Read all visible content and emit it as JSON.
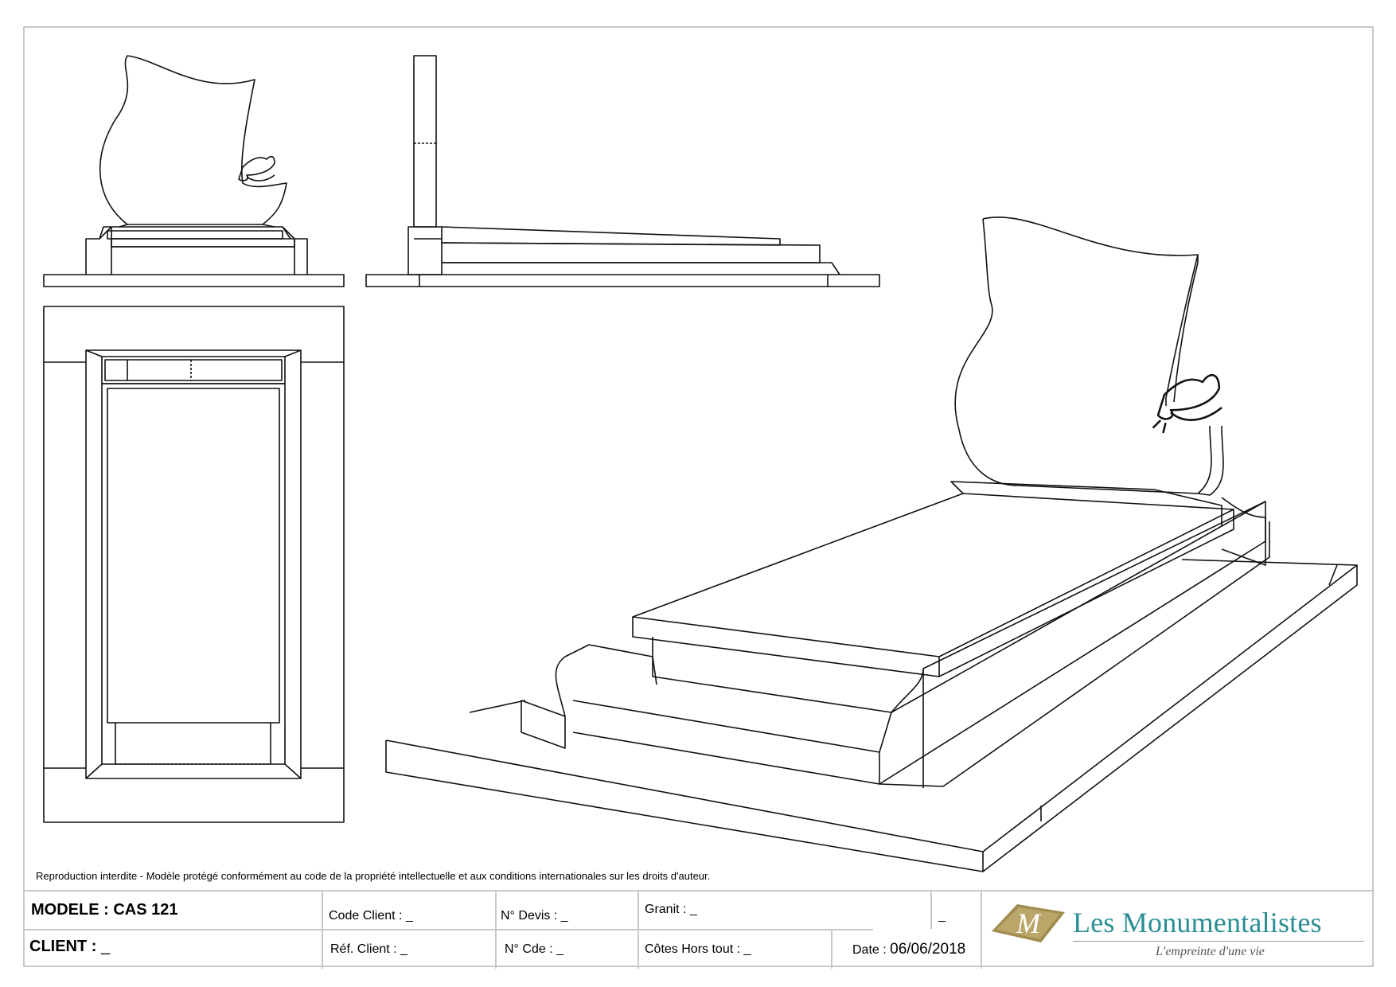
{
  "notice": "Reproduction interdite - Modèle protégé conformément au code de la propriété intellectuelle et aux conditions internationales sur les droits d'auteur.",
  "title_block": {
    "modele_label": "MODELE :",
    "modele_value": "CAS 121",
    "client_label": "CLIENT :",
    "client_value": "_",
    "code_client_label": "Code Client :",
    "code_client_value": "_",
    "ref_client_label": "Réf. Client :",
    "ref_client_value": "_",
    "devis_label": "N° Devis :",
    "devis_value": "_",
    "cde_label": "N° Cde :",
    "cde_value": "_",
    "granit_label": "Granit :",
    "granit_value": "_",
    "extra_value": "_",
    "cotes_label": "Côtes Hors tout :",
    "cotes_value": "_",
    "date_label": "Date :",
    "date_value": "06/06/2018"
  },
  "logo": {
    "monogram": "M",
    "brand": "Les Monumentalistes",
    "tagline": "L'empreinte d'une vie",
    "brand_color": "#2a8e94",
    "monogram_color": "#a08c4e"
  },
  "icons": [
    "dove-ornament-icon"
  ]
}
